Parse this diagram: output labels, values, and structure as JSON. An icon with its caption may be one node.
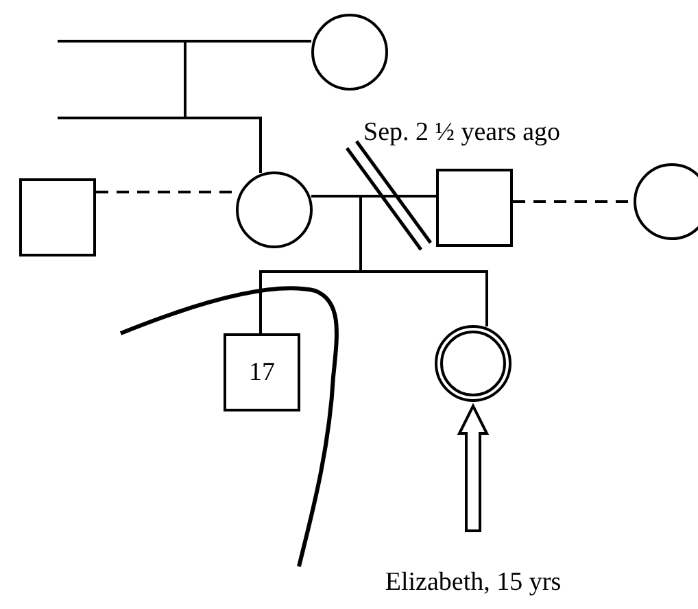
{
  "diagram": {
    "nodes": [
      {
        "text": [],
        "shape": "circle"
      },
      {
        "text": [],
        "shape": "box"
      },
      {
        "text": [],
        "shape": "circle"
      },
      {
        "text": [],
        "shape": "box"
      },
      {
        "text": [],
        "shape": "circle"
      },
      {
        "text": [
          "17"
        ]
      },
      {
        "text": [],
        "shape": "circle"
      },
      {
        "text": [
          "Elizabeth, 15 yrs"
        ]
      }
    ],
    "edges": [
      {
        "from": null,
        "to": 0,
        "arrow": "none"
      },
      {
        "from": 0,
        "to": 2,
        "arrow": "none"
      },
      {
        "from": null,
        "to": 2,
        "arrow": "none"
      },
      {
        "from": 1,
        "to": 2,
        "arrow": "none",
        "style": "dashed"
      },
      {
        "from": 2,
        "to": 3,
        "arrow": "none",
        "label": "Sep. 2 ½ years ago"
      },
      {
        "from": 3,
        "to": 4,
        "arrow": "none",
        "style": "dashed"
      },
      {
        "from": 2,
        "to": 5,
        "arrow": "none"
      },
      {
        "from": 2,
        "to": 6,
        "arrow": "none"
      },
      {
        "from": 7,
        "to": 6,
        "arrow": "to"
      }
    ]
  }
}
